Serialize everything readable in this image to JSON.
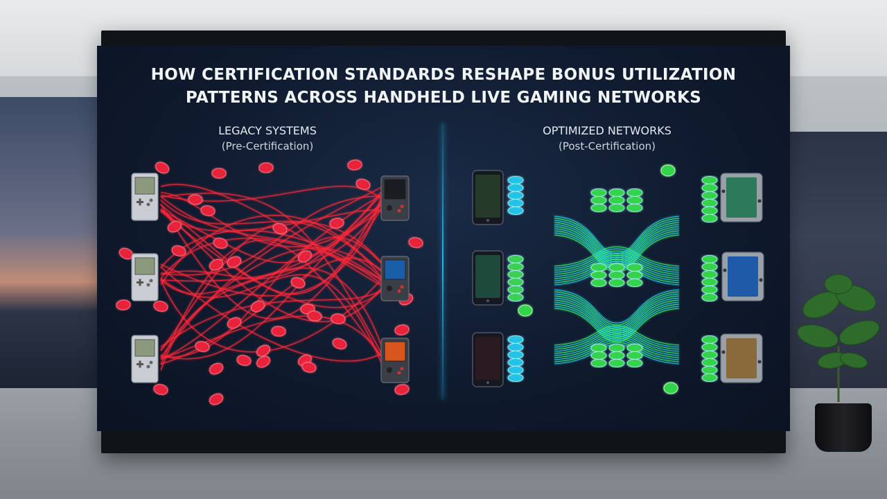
{
  "title_line1": "HOW CERTIFICATION STANDARDS RESHAPE BONUS UTILIZATION",
  "title_line2": "PATTERNS ACROSS HANDHELD LIVE GAMING NETWORKS",
  "legacy": {
    "heading": "LEGACY SYSTEMS",
    "subheading": "(Pre-Certification)",
    "line_color": "#ff2a3a",
    "chip_color": "#e8243a"
  },
  "optimized": {
    "heading": "OPTIMIZED NETWORKS",
    "subheading": "(Post-Certification)",
    "line_colors": [
      "#28d7ff",
      "#3dff6a"
    ],
    "chip_color": "#34d24b"
  },
  "divider_color": "#28c8ff"
}
